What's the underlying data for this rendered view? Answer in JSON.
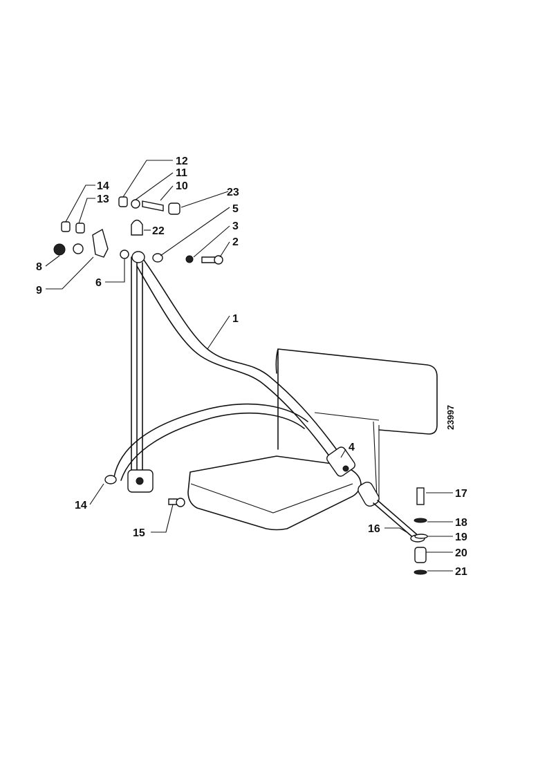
{
  "diagram": {
    "ref_number": "23997",
    "callouts": [
      {
        "id": "c1",
        "text": "1"
      },
      {
        "id": "c2",
        "text": "2"
      },
      {
        "id": "c3",
        "text": "3"
      },
      {
        "id": "c4",
        "text": "4"
      },
      {
        "id": "c5",
        "text": "5"
      },
      {
        "id": "c6",
        "text": "6"
      },
      {
        "id": "c8",
        "text": "8"
      },
      {
        "id": "c9",
        "text": "9"
      },
      {
        "id": "c10",
        "text": "10"
      },
      {
        "id": "c11",
        "text": "11"
      },
      {
        "id": "c12",
        "text": "12"
      },
      {
        "id": "c13",
        "text": "13"
      },
      {
        "id": "c14a",
        "text": "14"
      },
      {
        "id": "c14b",
        "text": "14"
      },
      {
        "id": "c15",
        "text": "15"
      },
      {
        "id": "c16",
        "text": "16"
      },
      {
        "id": "c17",
        "text": "17"
      },
      {
        "id": "c18",
        "text": "18"
      },
      {
        "id": "c19",
        "text": "19"
      },
      {
        "id": "c20",
        "text": "20"
      },
      {
        "id": "c21",
        "text": "21"
      },
      {
        "id": "c22",
        "text": "22"
      },
      {
        "id": "c23",
        "text": "23"
      }
    ]
  }
}
